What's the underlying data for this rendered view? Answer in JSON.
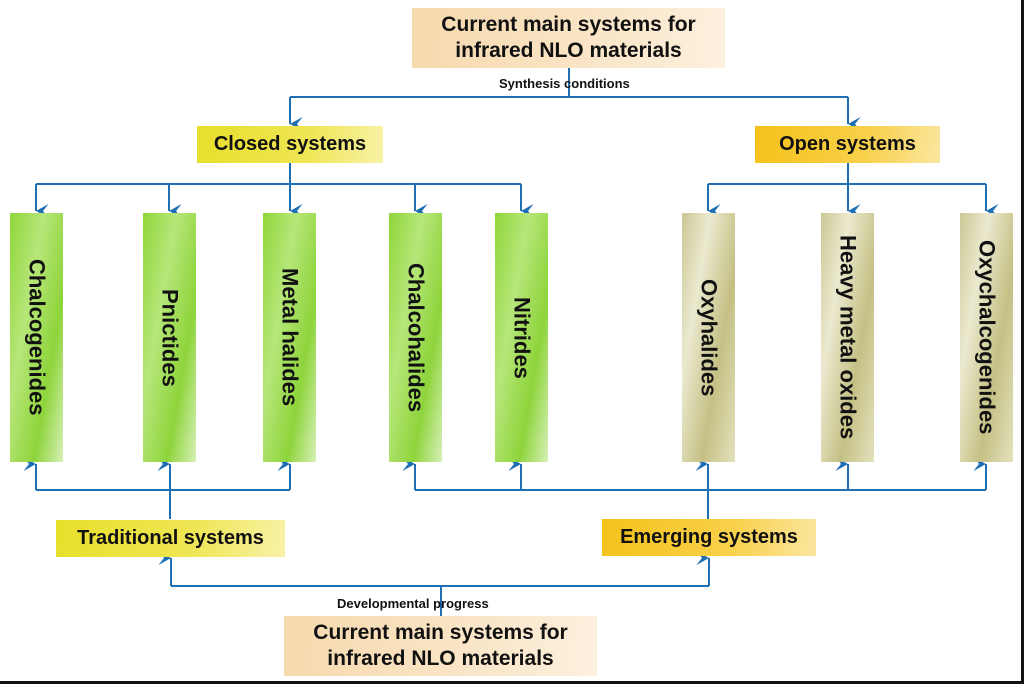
{
  "diagram": {
    "top_title": {
      "line1": "Current main systems for",
      "line2": "infrared NLO materials"
    },
    "top_caption": "Synthesis conditions",
    "closed_systems": "Closed systems",
    "open_systems": "Open systems",
    "materials": [
      {
        "label": "Chalcogenides",
        "group": "closed",
        "era": "traditional"
      },
      {
        "label": "Pnictides",
        "group": "closed",
        "era": "traditional"
      },
      {
        "label": "Metal halides",
        "group": "closed",
        "era": "traditional"
      },
      {
        "label": "Chalcohalides",
        "group": "closed",
        "era": "emerging"
      },
      {
        "label": "Nitrides",
        "group": "closed",
        "era": "emerging"
      },
      {
        "label": "Oxyhalides",
        "group": "open",
        "era": "emerging"
      },
      {
        "label": "Heavy metal oxides",
        "group": "open",
        "era": "emerging"
      },
      {
        "label": "Oxychalcogenides",
        "group": "open",
        "era": "emerging"
      }
    ],
    "traditional_systems": "Traditional systems",
    "emerging_systems": "Emerging systems",
    "bottom_caption": "Developmental progress",
    "bottom_title": {
      "line1": "Current main systems for",
      "line2": "infrared NLO materials"
    },
    "colors": {
      "connector": "#1f6fb5",
      "closed_bar": "#8fd63a",
      "open_bar": "#cbc895",
      "title_box": "#f6d9ad"
    }
  }
}
